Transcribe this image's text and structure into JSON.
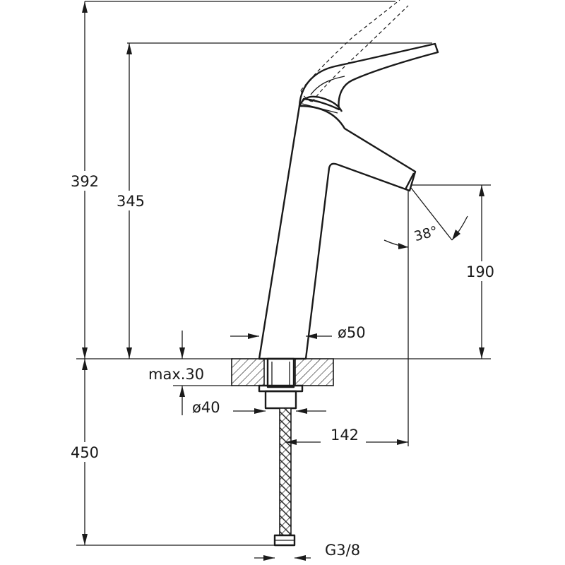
{
  "dimensions": {
    "overall_height": "392",
    "spout_height": "345",
    "outlet_height": "190",
    "deck_thickness": "max.30",
    "hole_diameter": "ø40",
    "body_diameter": "ø50",
    "reach": "142",
    "hose_length": "450",
    "spout_angle": "38°",
    "connection_thread": "G3/8"
  },
  "colors": {
    "line": "#1a1a1a",
    "background": "#ffffff"
  }
}
